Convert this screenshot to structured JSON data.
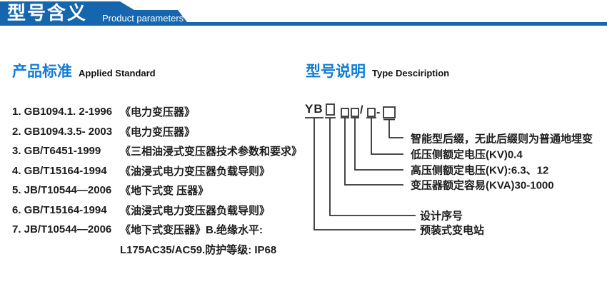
{
  "colors": {
    "banner_blue": "#1566ae",
    "heading_blue": "#117cd6",
    "text_dark": "#1c1c1c"
  },
  "header": {
    "title": "型号含义",
    "subtitle": "Product parameters"
  },
  "applied_standard": {
    "heading_cn": "产品标准",
    "heading_en": "Applied Standard",
    "items": [
      {
        "code": "1. GB1094.1. 2-1996",
        "title": "《电力变压器》"
      },
      {
        "code": "2. GB1094.3.5- 2003",
        "title": "《电力变压器》"
      },
      {
        "code": "3. GB/T6451-1999",
        "title": "《三相油浸式变压器技术参数和要求》"
      },
      {
        "code": "4. GB/T15164-1994",
        "title": "《油浸式电力变压器负载导则》"
      },
      {
        "code": "5. JB/T10544—2006",
        "title": "《地下式变 压器》"
      },
      {
        "code": "6. GB/T15164-1994",
        "title": "《油浸式电力变压器负载导则》"
      },
      {
        "code": "7. JB/T10544—2006",
        "title": "《地下式变压器》B.绝缘水平:"
      }
    ],
    "continuation": "L175AC35/AC59.防护等级: IP68"
  },
  "type_description": {
    "heading_cn": "型号说明",
    "heading_en": "Type Desciription",
    "model": {
      "prefix": "YB",
      "slash": "/",
      "dash": "-"
    },
    "labels": {
      "suffix": "智能型后缀，无此后缀则为普通地埋变",
      "lv": "低压侧额定电压(KV)0.4",
      "hv": "高压侧额定电压(KV):6.3、12",
      "capacity": "变压器额定容易(KVA)30-1000",
      "design": "设计序号",
      "station": "预装式变电站"
    }
  }
}
